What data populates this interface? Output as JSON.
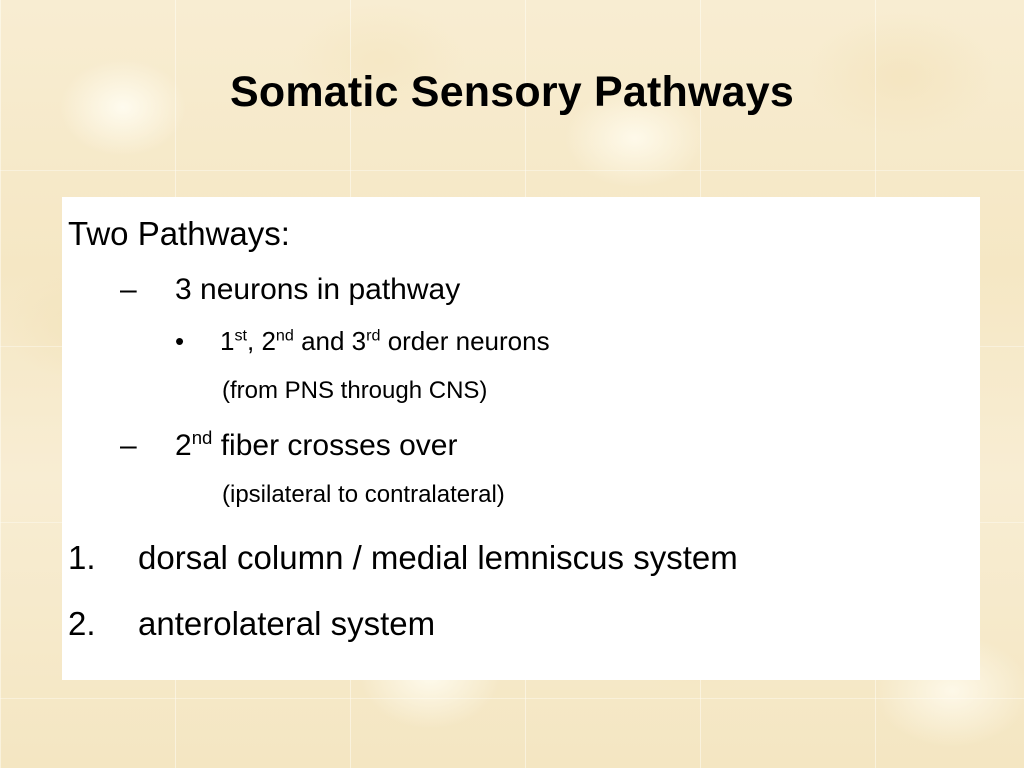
{
  "slide": {
    "title": "Somatic Sensory Pathways",
    "background_color": "#f7ebcc",
    "panel_color": "#ffffff",
    "text_color": "#000000",
    "bullets": {
      "dash": "–",
      "round": "•"
    },
    "body": {
      "heading": "Two Pathways:",
      "sub_items": [
        {
          "marker": "–",
          "text": "3 neurons in pathway"
        },
        {
          "marker": "•",
          "text_prefix": "1",
          "sup1": "st",
          "text_mid1": ", 2",
          "sup2": "nd",
          "text_mid2": " and 3",
          "sup3": "rd",
          "text_suffix": " order neurons"
        },
        {
          "marker": "",
          "text": "(from PNS through CNS)"
        },
        {
          "marker": "–",
          "text_prefix": "2",
          "sup1": "nd",
          "text_suffix": " fiber crosses over"
        },
        {
          "marker": "",
          "text": "(ipsilateral to contralateral)"
        }
      ],
      "numbered_items": [
        {
          "number": "1.",
          "text": "dorsal column / medial lemniscus system"
        },
        {
          "number": "2.",
          "text": "anterolateral system"
        }
      ]
    }
  }
}
